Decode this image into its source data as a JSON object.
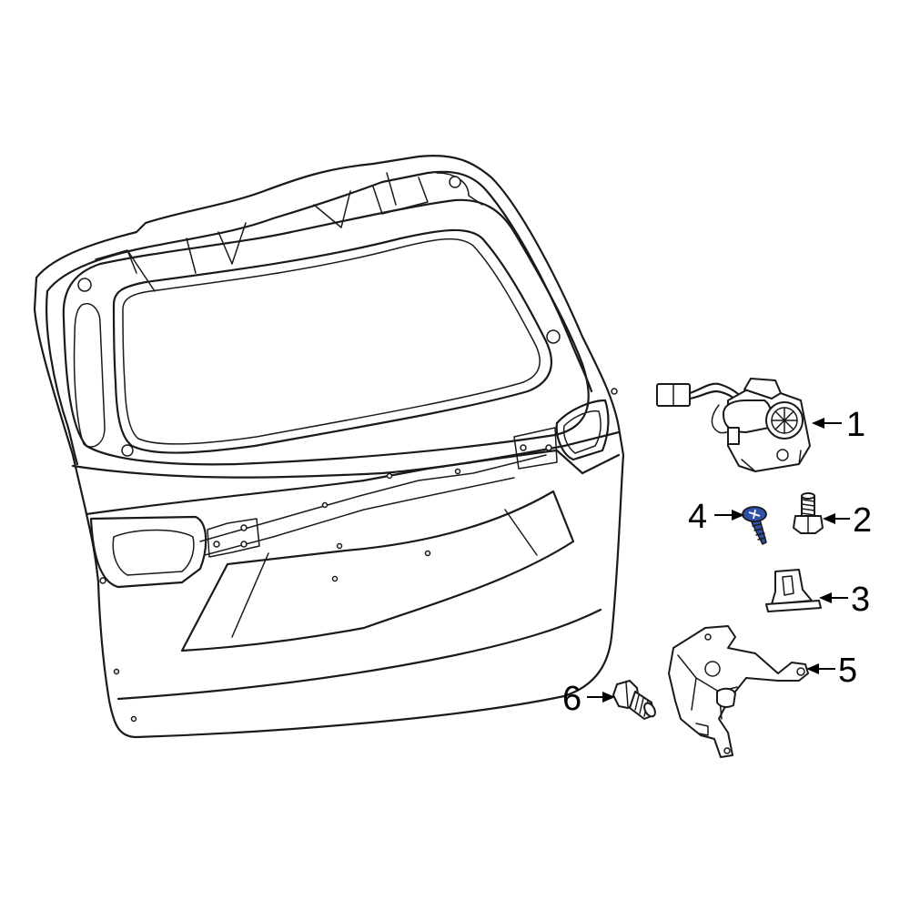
{
  "callouts": {
    "c1": "1",
    "c2": "2",
    "c3": "3",
    "c4": "4",
    "c5": "5",
    "c6": "6"
  },
  "colors": {
    "line": "#1a1a1a",
    "highlight_part": "#2f4fa8",
    "background": "#ffffff"
  }
}
